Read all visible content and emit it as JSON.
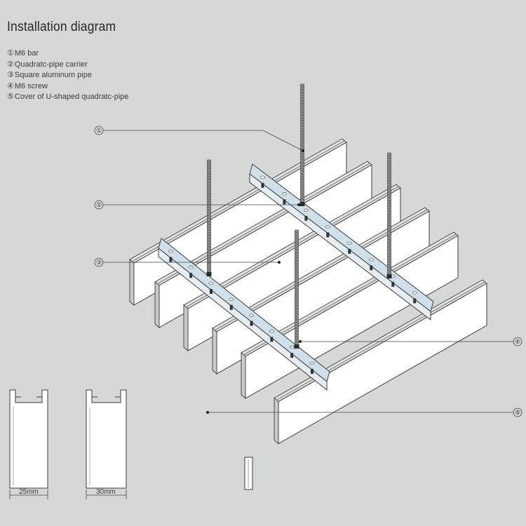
{
  "title": "Installation diagram",
  "legend": [
    {
      "num": "①",
      "label": "M6 bar"
    },
    {
      "num": "②",
      "label": "Quadratc-pipe carrier"
    },
    {
      "num": "③",
      "label": "Square aluminum pipe"
    },
    {
      "num": "④",
      "label": "M6 screw"
    },
    {
      "num": "⑤",
      "label": "Cover of U-shaped quadratc-pipe"
    }
  ],
  "callouts": [
    "①",
    "②",
    "③",
    "④",
    "⑤"
  ],
  "profiles": [
    {
      "width_label": "25mm"
    },
    {
      "width_label": "30mm"
    }
  ],
  "colors": {
    "background": "#d6d8d7",
    "face": "#ffffff",
    "top": "#e4e6e5",
    "carrier": "#cfe0ea",
    "line": "#3c3c3c"
  }
}
